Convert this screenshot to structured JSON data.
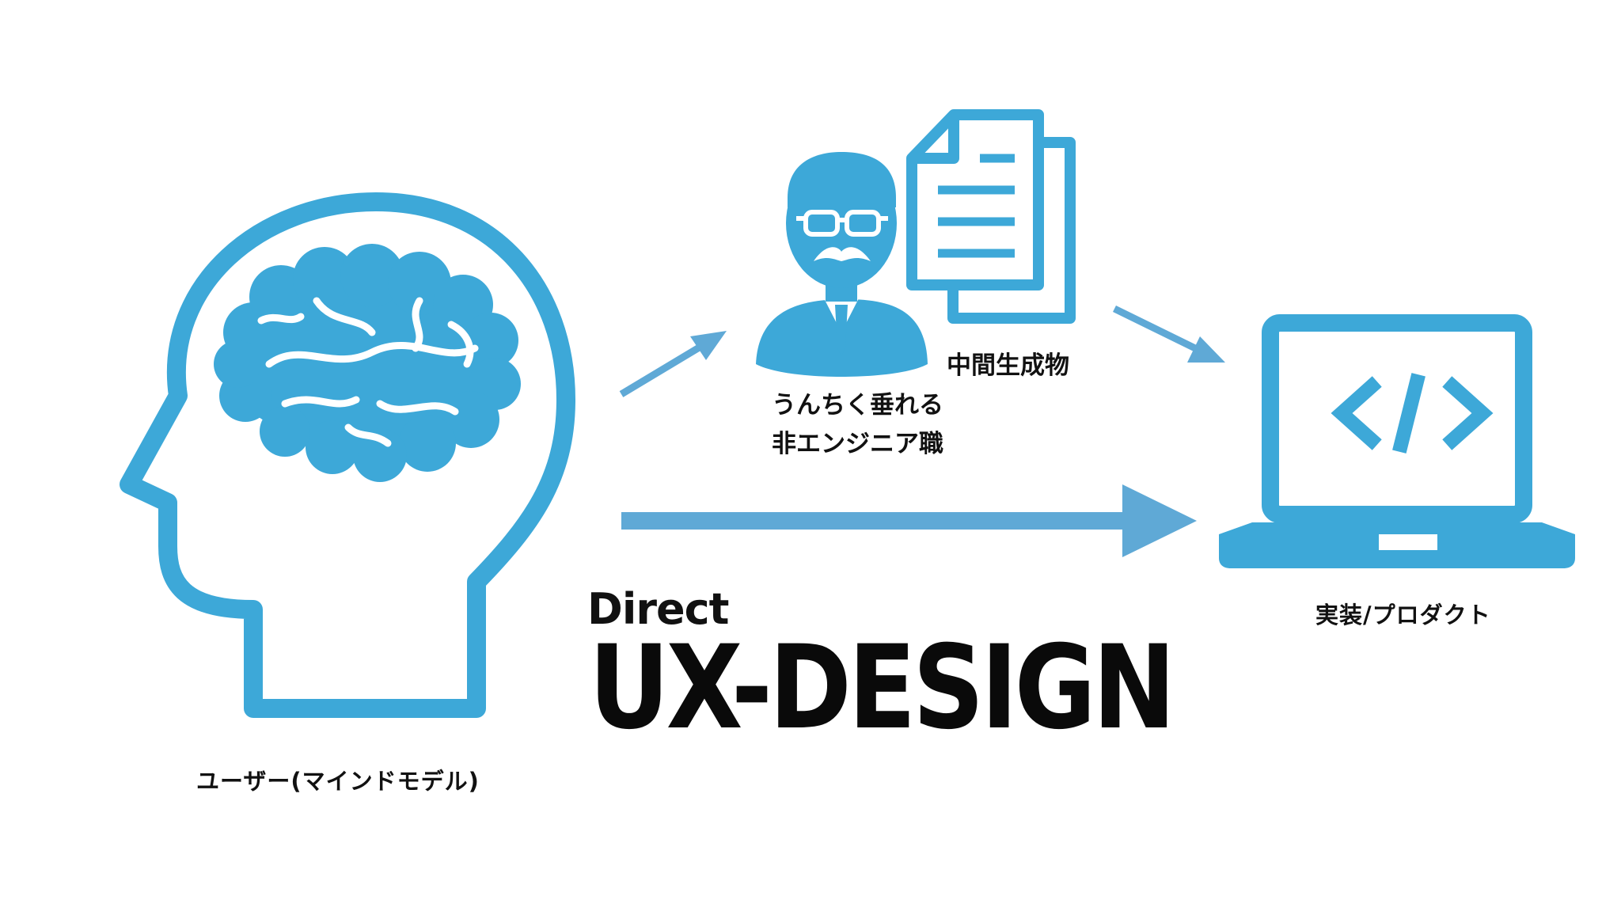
{
  "diagram": {
    "user_label": "ユーザー(マインドモデル)",
    "intermediate_label": "中間生成物",
    "non_engineer_line1": "うんちく垂れる",
    "non_engineer_line2": "非エンジニア職",
    "product_label": "実装/プロダクト",
    "title_small": "Direct",
    "title_big": "UX-DESIGN",
    "code_glyph": "</>",
    "icons": [
      "head-brain-icon",
      "person-glasses-mustache-icon",
      "documents-icon",
      "laptop-code-icon"
    ],
    "colors": {
      "icon_blue": "#3DA8D8",
      "arrow_blue": "#5FA9D6",
      "text": "#111111",
      "background": "#FFFFFF"
    }
  }
}
